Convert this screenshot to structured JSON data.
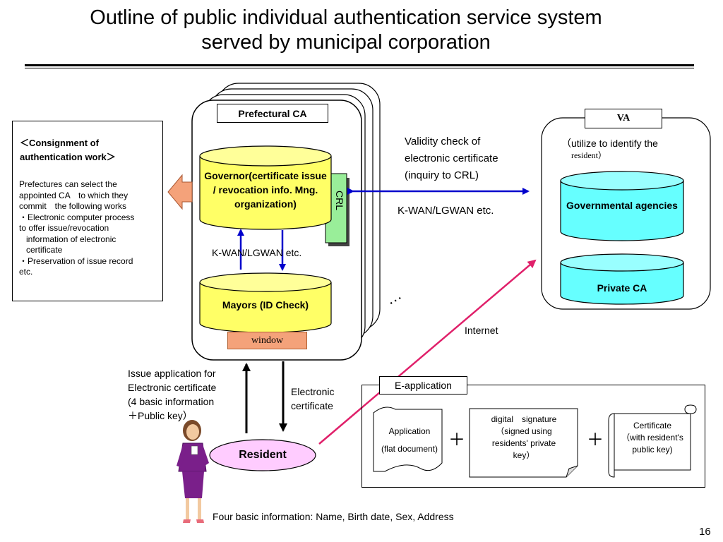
{
  "title": {
    "line1": "Outline of public individual authentication service system",
    "line2": "served by municipal corporation"
  },
  "consignment": {
    "heading1": "＜Consignment of",
    "heading2": "authentication work＞",
    "lines": [
      "Prefectures can select the",
      "appointed CA　to which they",
      "commit　the following works",
      "・Electronic computer process",
      "to offer issue/revocation",
      "   information of electronic",
      "   certificate",
      "・Preservation of issue record",
      "etc."
    ]
  },
  "prefectural": {
    "tab": "Prefectural CA",
    "governor": "Governor(certificate issue / revocation info. Mng. organization)",
    "crl": "CRL",
    "kwan": "K-WAN/LGWAN etc.",
    "mayors": "Mayors (ID Check)",
    "window": "window",
    "ellipsis": "…"
  },
  "validity": {
    "line1": "Validity check of",
    "line2": "electronic certificate",
    "line3": "(inquiry to CRL)",
    "network": "K-WAN/LGWAN etc."
  },
  "va": {
    "tab": "VA",
    "note1": "（utilize to identify the",
    "note2": "resident）",
    "gov": "Governmental agencies",
    "private": "Private CA"
  },
  "internet": "Internet",
  "issue_app": {
    "line1": "Issue application for",
    "line2": "Electronic certificate",
    "line3": "(4 basic information",
    "line4": "＋Public key）"
  },
  "electronic_cert": {
    "line1": "Electronic",
    "line2": "certificate"
  },
  "resident": "Resident",
  "eapp": {
    "tab": "E-application",
    "application1": "Application",
    "application2": "(flat document)",
    "plus": "＋",
    "signature1": "digital　signature",
    "signature2": "（signed using",
    "signature3": "residents' private",
    "signature4": "key）",
    "certificate1": "Certificate",
    "certificate2": "（with resident's",
    "certificate3": "public key)"
  },
  "footnote": "Four basic information: Name, Birth date, Sex, Address",
  "page_number": "16",
  "colors": {
    "yellow": "#ffff66",
    "cyan": "#66ffff",
    "green": "#99ee99",
    "salmon": "#f4a27a",
    "pink": "#ffccff",
    "blue_arrow": "#0000cc",
    "magenta_line": "#e0206a",
    "purple_figure": "#7a1f8a"
  }
}
